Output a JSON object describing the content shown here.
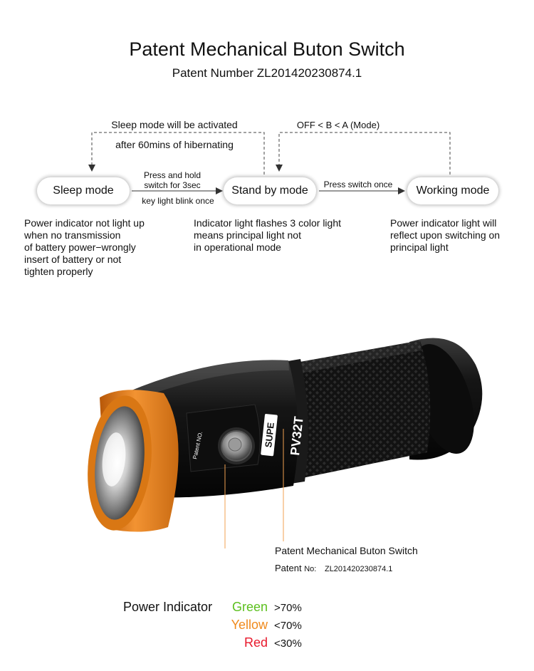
{
  "header": {
    "title": "Patent Mechanical Buton Switch",
    "subtitle": "Patent Number ZL201420230874.1"
  },
  "diagram": {
    "states": {
      "sleep": "Sleep mode",
      "standby": "Stand by mode",
      "working": "Working mode"
    },
    "loop_left": {
      "line1": "Sleep mode will be activated",
      "line2": "after 60mins of hibernating"
    },
    "loop_right": "OFF < B < A (Mode)",
    "arrow_sleep_standby": {
      "above1": "Press and hold",
      "above2": "switch for 3sec",
      "below": "key light blink once"
    },
    "arrow_standby_working": "Press switch once",
    "descriptions": {
      "sleep": [
        "Power indicator not light up",
        "when no transmission",
        "of battery power−wrongly",
        "insert of battery or not",
        "tighten properly"
      ],
      "standby": [
        "Indicator light flashes 3 color light",
        "means principal light not",
        "in operational mode"
      ],
      "working": [
        "Power indicator light will",
        "reflect upon switching on",
        "principal light"
      ]
    }
  },
  "product": {
    "model": "PV32T",
    "brand": "SUPE",
    "body_patent_label": "Patent NO.",
    "callout_title": "Patent Mechanical Buton Switch",
    "callout_patent_label": "Patent",
    "callout_no_label": "No:",
    "callout_patent_number": "ZL201420230874.1"
  },
  "power_indicator": {
    "label": "Power Indicator",
    "levels": [
      {
        "name": "Green",
        "value": ">70%",
        "color": "#5cc01e"
      },
      {
        "name": "Yellow",
        "value": "<70%",
        "color": "#f08a1c"
      },
      {
        "name": "Red",
        "value": "<30%",
        "color": "#e8192c"
      }
    ]
  },
  "colors": {
    "orange_accent": "#e87f1a",
    "callout_line": "#f0a050"
  }
}
